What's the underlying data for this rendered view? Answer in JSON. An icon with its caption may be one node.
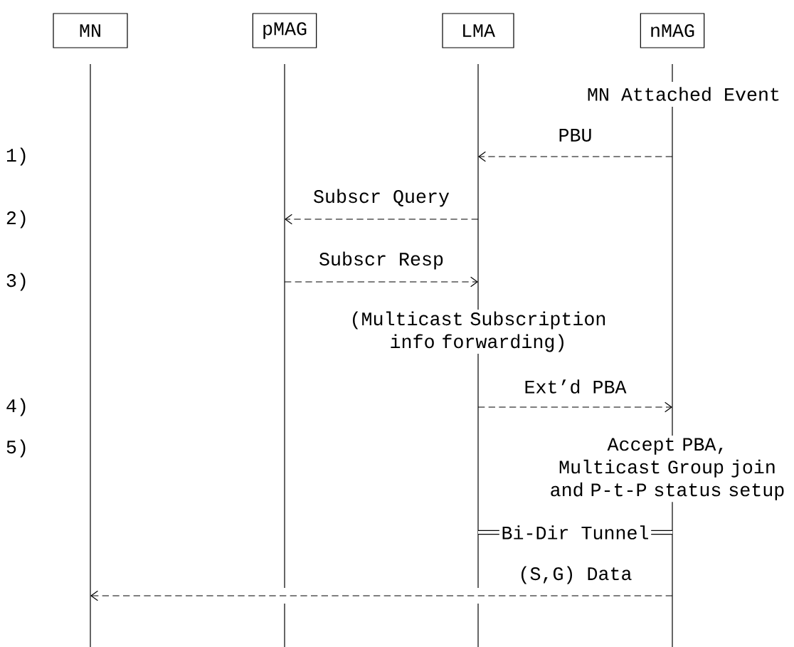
{
  "diagram": {
    "nodes": [
      {
        "text": [
          "MN"
        ]
      },
      {
        "text": [
          "pMAG"
        ]
      },
      {
        "text": [
          "LMA"
        ]
      },
      {
        "text": [
          "nMAG"
        ]
      }
    ],
    "edges": [
      {
        "from": 3,
        "to": 2,
        "arrow": "to",
        "label": "PBU",
        "style": "dashed"
      },
      {
        "from": 2,
        "to": 1,
        "arrow": "to",
        "label": "Subscr Query",
        "style": "dashed"
      },
      {
        "from": 1,
        "to": 2,
        "arrow": "to",
        "label": "Subscr Resp",
        "style": "dashed"
      },
      {
        "from": 2,
        "to": 3,
        "arrow": "to",
        "label": "Ext’d PBA",
        "style": "dashed"
      },
      {
        "from": 2,
        "to": 3,
        "arrow": "none",
        "label": "Bi-Dir Tunnel",
        "style": "thick"
      },
      {
        "from": 3,
        "to": 0,
        "arrow": "to",
        "label": "(S,G) Data",
        "style": "dashed"
      }
    ],
    "labels": [
      "MN Attached Event",
      "1)",
      "2)",
      "3)",
      "(Multicast Subscription info forwarding)",
      "4)",
      "5)",
      "Accept PBA, Multicast Group join and P-t-P status setup"
    ]
  }
}
